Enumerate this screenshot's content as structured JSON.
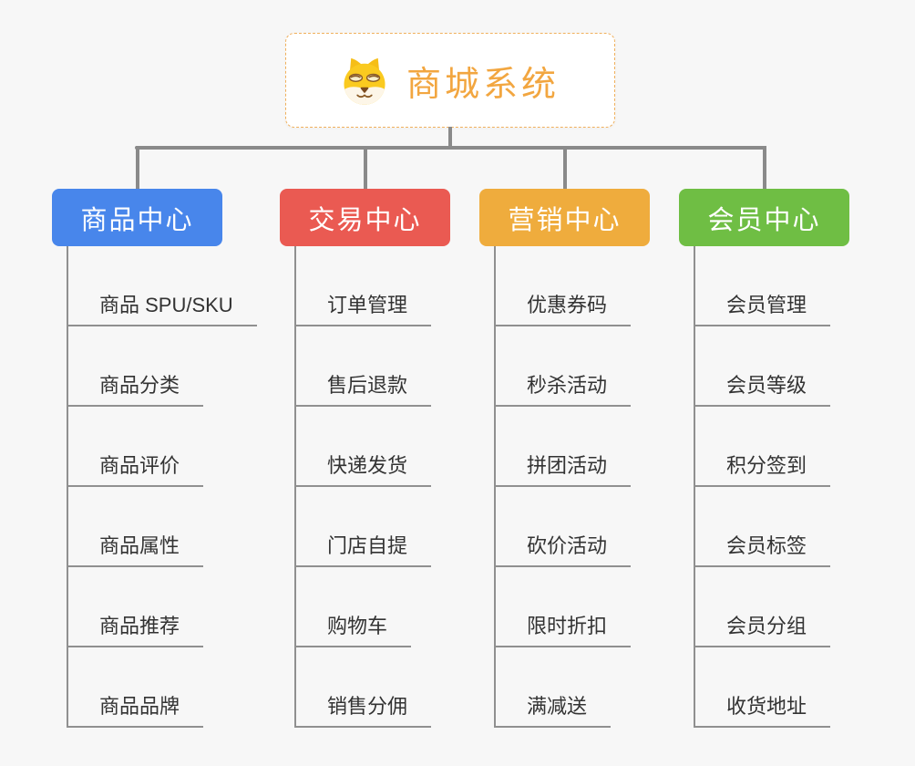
{
  "root": {
    "title": "商城系统",
    "icon": "shiba-dog-icon"
  },
  "theme": {
    "background": "#F7F7F7",
    "root_title_color": "#F2A640",
    "root_border_color": "#F0B05C",
    "connector_color": "#8A8A8A",
    "item_line_color": "#909090",
    "item_text_color": "#333333",
    "header_text_color": "#FFFFFF"
  },
  "branches": [
    {
      "label": "商品中心",
      "color": "#4886EB",
      "items": [
        "商品 SPU/SKU",
        "商品分类",
        "商品评价",
        "商品属性",
        "商品推荐",
        "商品品牌"
      ]
    },
    {
      "label": "交易中心",
      "color": "#EA5A52",
      "items": [
        "订单管理",
        "售后退款",
        "快递发货",
        "门店自提",
        "购物车",
        "销售分佣"
      ]
    },
    {
      "label": "营销中心",
      "color": "#EFAC3D",
      "items": [
        "优惠券码",
        "秒杀活动",
        "拼团活动",
        "砍价活动",
        "限时折扣",
        "满减送"
      ]
    },
    {
      "label": "会员中心",
      "color": "#6FBE44",
      "items": [
        "会员管理",
        "会员等级",
        "积分签到",
        "会员标签",
        "会员分组",
        "收货地址"
      ]
    }
  ]
}
